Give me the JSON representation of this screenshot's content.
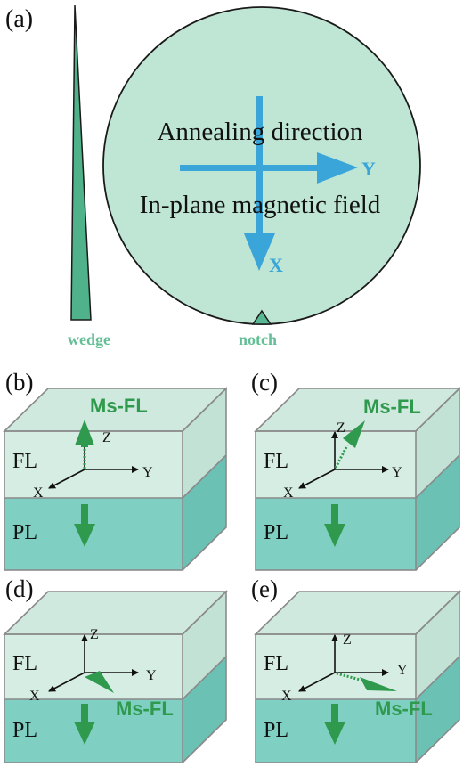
{
  "panels": {
    "a": {
      "label": "(a)",
      "wedge_label": "wedge",
      "notch_label": "notch",
      "line1": "Annealing direction",
      "line2": "In-plane magnetic field",
      "axis_y": "Y",
      "axis_x": "X"
    },
    "b": {
      "label": "(b)",
      "fl": "FL",
      "pl": "PL",
      "x": "X",
      "y": "Y",
      "z": "Z",
      "ms": "Ms-FL"
    },
    "c": {
      "label": "(c)",
      "fl": "FL",
      "pl": "PL",
      "x": "X",
      "y": "Y",
      "z": "Z",
      "ms": "Ms-FL"
    },
    "d": {
      "label": "(d)",
      "fl": "FL",
      "pl": "PL",
      "x": "X",
      "y": "Y",
      "z": "Z",
      "ms": "Ms-FL"
    },
    "e": {
      "label": "(e)",
      "fl": "FL",
      "pl": "PL",
      "x": "X",
      "y": "Y",
      "z": "Z",
      "ms": "Ms-FL"
    }
  },
  "colors": {
    "wafer_fill": "#bfe6d4",
    "wafer_stroke": "#1a1a1a",
    "wedge": "#4fb28a",
    "label_green": "#64bf96",
    "arrow_blue": "#3aa5d8",
    "fl_top": "#cfe9de",
    "fl_front": "#d6ede3",
    "fl_side": "#c2e2d6",
    "pl_front": "#7fd0c2",
    "pl_side": "#6bc1b3",
    "cube_edge": "#8a8a8a",
    "ms_arrow": "#2f9a4d",
    "text_dark": "#111111"
  }
}
